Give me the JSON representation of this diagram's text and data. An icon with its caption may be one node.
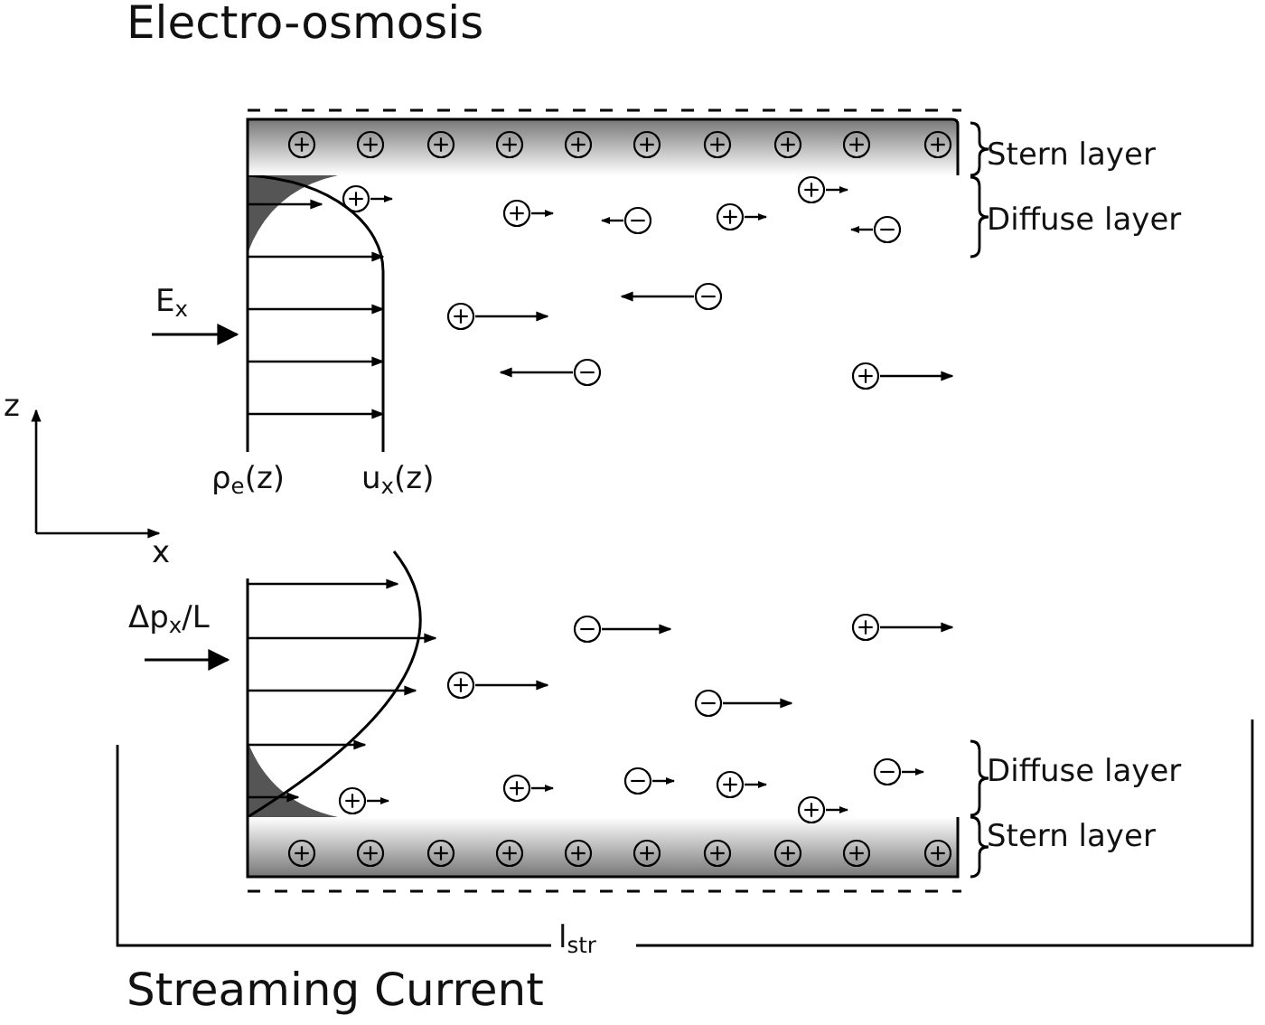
{
  "diagram": {
    "title": "Electro-osmosis",
    "caption": "Streaming Current",
    "labels": [
      "Stern layer",
      "Diffuse layer",
      "E$_{x}$",
      "z",
      "ρ$_{e}$(z)",
      "u$_{x}$(z)",
      "x",
      "Δp$_{x}$/L",
      "Diffuse layer",
      "Stern layer",
      "l$_{str}$"
    ]
  }
}
